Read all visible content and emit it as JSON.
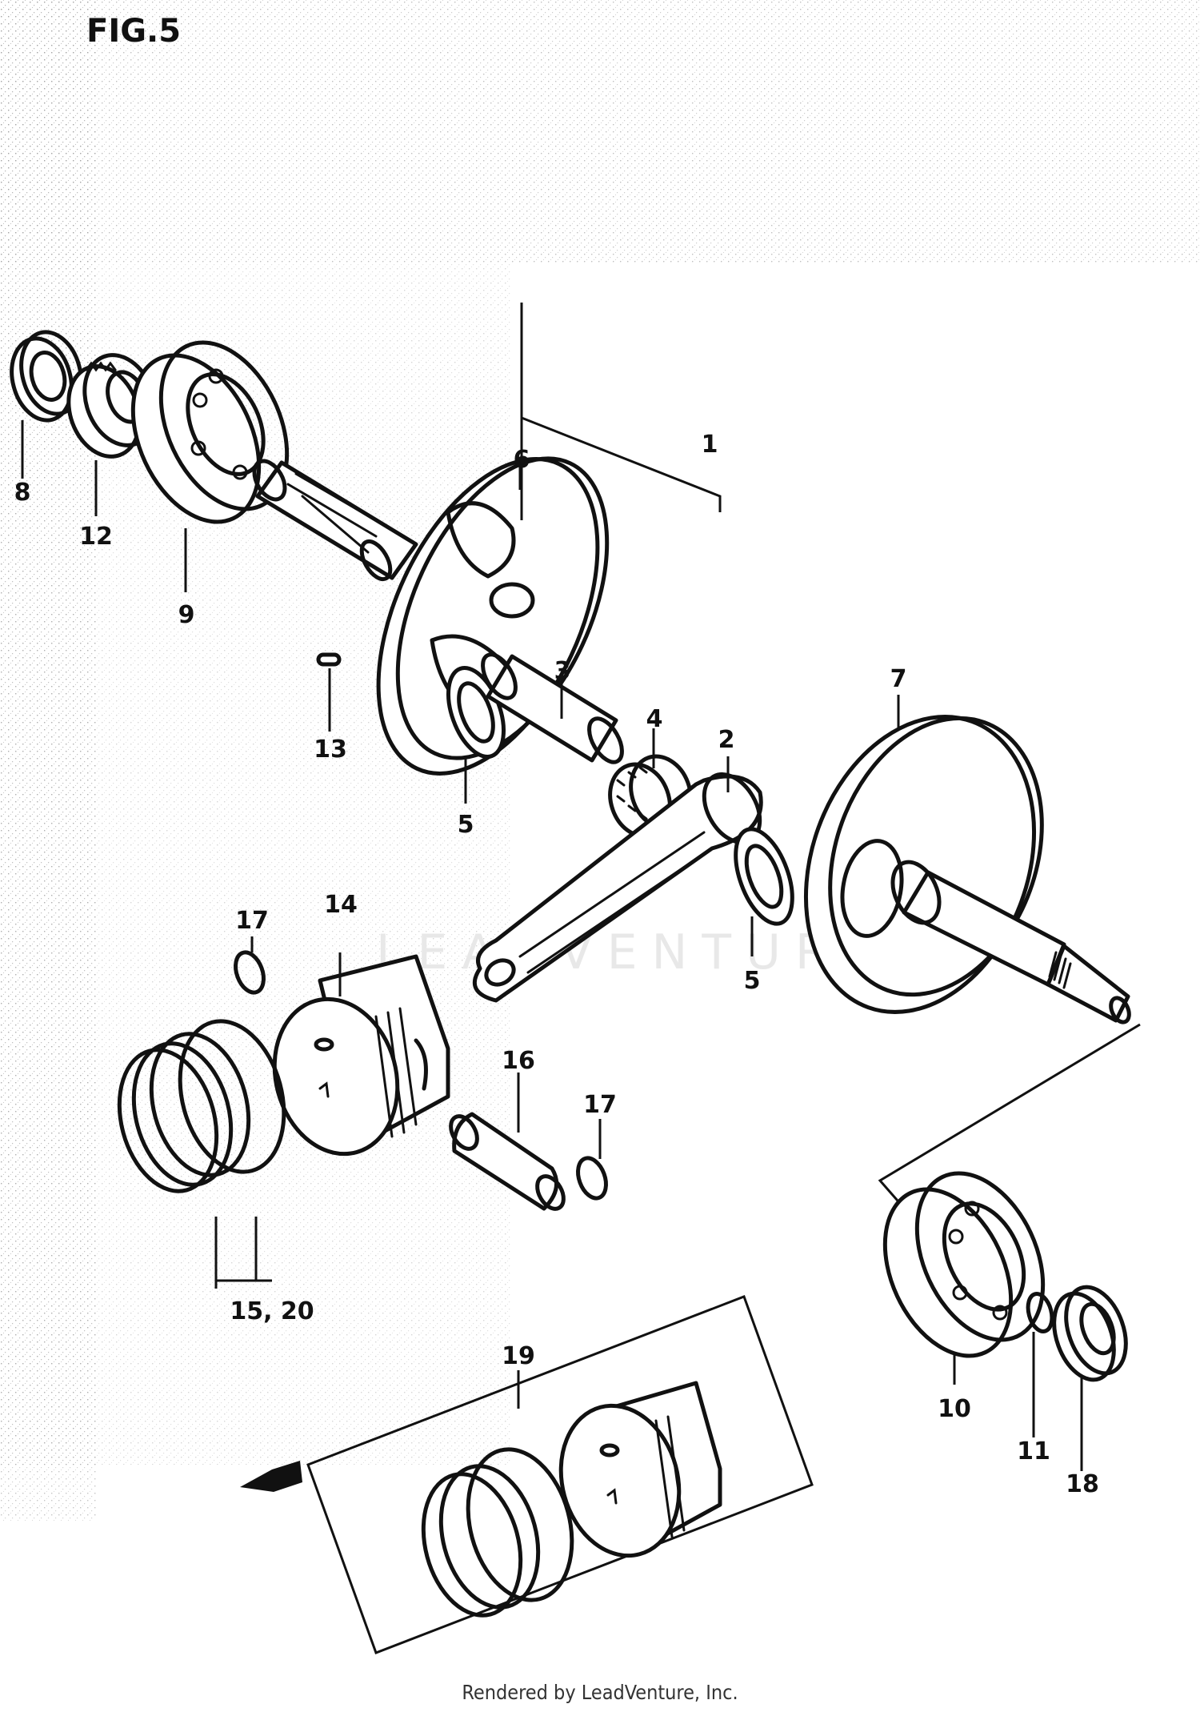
{
  "figure_title": "FIG.5",
  "watermark": "LEADVENTURE",
  "footer": "Rendered by LeadVenture, Inc.",
  "callouts": {
    "c1": "1",
    "c2": "2",
    "c3": "3",
    "c4": "4",
    "c5a": "5",
    "c5b": "5",
    "c6": "6",
    "c7": "7",
    "c8": "8",
    "c9": "9",
    "c10": "10",
    "c11": "11",
    "c12": "12",
    "c13": "13",
    "c14": "14",
    "c15_20": "15, 20",
    "c16": "16",
    "c17a": "17",
    "c17b": "17",
    "c18": "18",
    "c19": "19"
  }
}
